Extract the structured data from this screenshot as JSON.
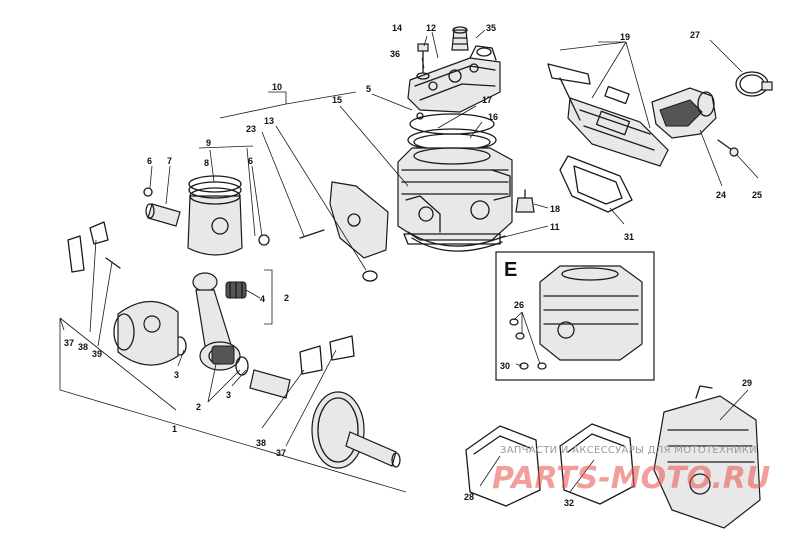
{
  "labels": [
    {
      "id": "p1",
      "text": "1"
    },
    {
      "id": "p2a",
      "text": "2"
    },
    {
      "id": "p2b",
      "text": "2"
    },
    {
      "id": "p3a",
      "text": "3"
    },
    {
      "id": "p3b",
      "text": "3"
    },
    {
      "id": "p4",
      "text": "4"
    },
    {
      "id": "p5",
      "text": "5"
    },
    {
      "id": "p6a",
      "text": "6"
    },
    {
      "id": "p6b",
      "text": "6"
    },
    {
      "id": "p7",
      "text": "7"
    },
    {
      "id": "p8",
      "text": "8"
    },
    {
      "id": "p9",
      "text": "9"
    },
    {
      "id": "p10",
      "text": "10"
    },
    {
      "id": "p11",
      "text": "11"
    },
    {
      "id": "p12",
      "text": "12"
    },
    {
      "id": "p13",
      "text": "13"
    },
    {
      "id": "p14",
      "text": "14"
    },
    {
      "id": "p15",
      "text": "15"
    },
    {
      "id": "p16",
      "text": "16"
    },
    {
      "id": "p17",
      "text": "17"
    },
    {
      "id": "p18",
      "text": "18"
    },
    {
      "id": "p19",
      "text": "19"
    },
    {
      "id": "p23",
      "text": "23"
    },
    {
      "id": "p24",
      "text": "24"
    },
    {
      "id": "p25",
      "text": "25"
    },
    {
      "id": "p26",
      "text": "26"
    },
    {
      "id": "p27",
      "text": "27"
    },
    {
      "id": "p28",
      "text": "28"
    },
    {
      "id": "p29",
      "text": "29"
    },
    {
      "id": "p30",
      "text": "30"
    },
    {
      "id": "p31",
      "text": "31"
    },
    {
      "id": "p32",
      "text": "32"
    },
    {
      "id": "p35",
      "text": "35"
    },
    {
      "id": "p36",
      "text": "36"
    },
    {
      "id": "p37a",
      "text": "37"
    },
    {
      "id": "p37b",
      "text": "37"
    },
    {
      "id": "p38a",
      "text": "38"
    },
    {
      "id": "p38b",
      "text": "38"
    },
    {
      "id": "p39",
      "text": "39"
    }
  ],
  "inset": {
    "letter": "E"
  },
  "watermark": {
    "caption": "ЗАПЧАСТИ И АКСЕССУАРЫ ДЛЯ МОТОТЕХНИКИ",
    "brand": "PARTS-MOTO.RU"
  }
}
